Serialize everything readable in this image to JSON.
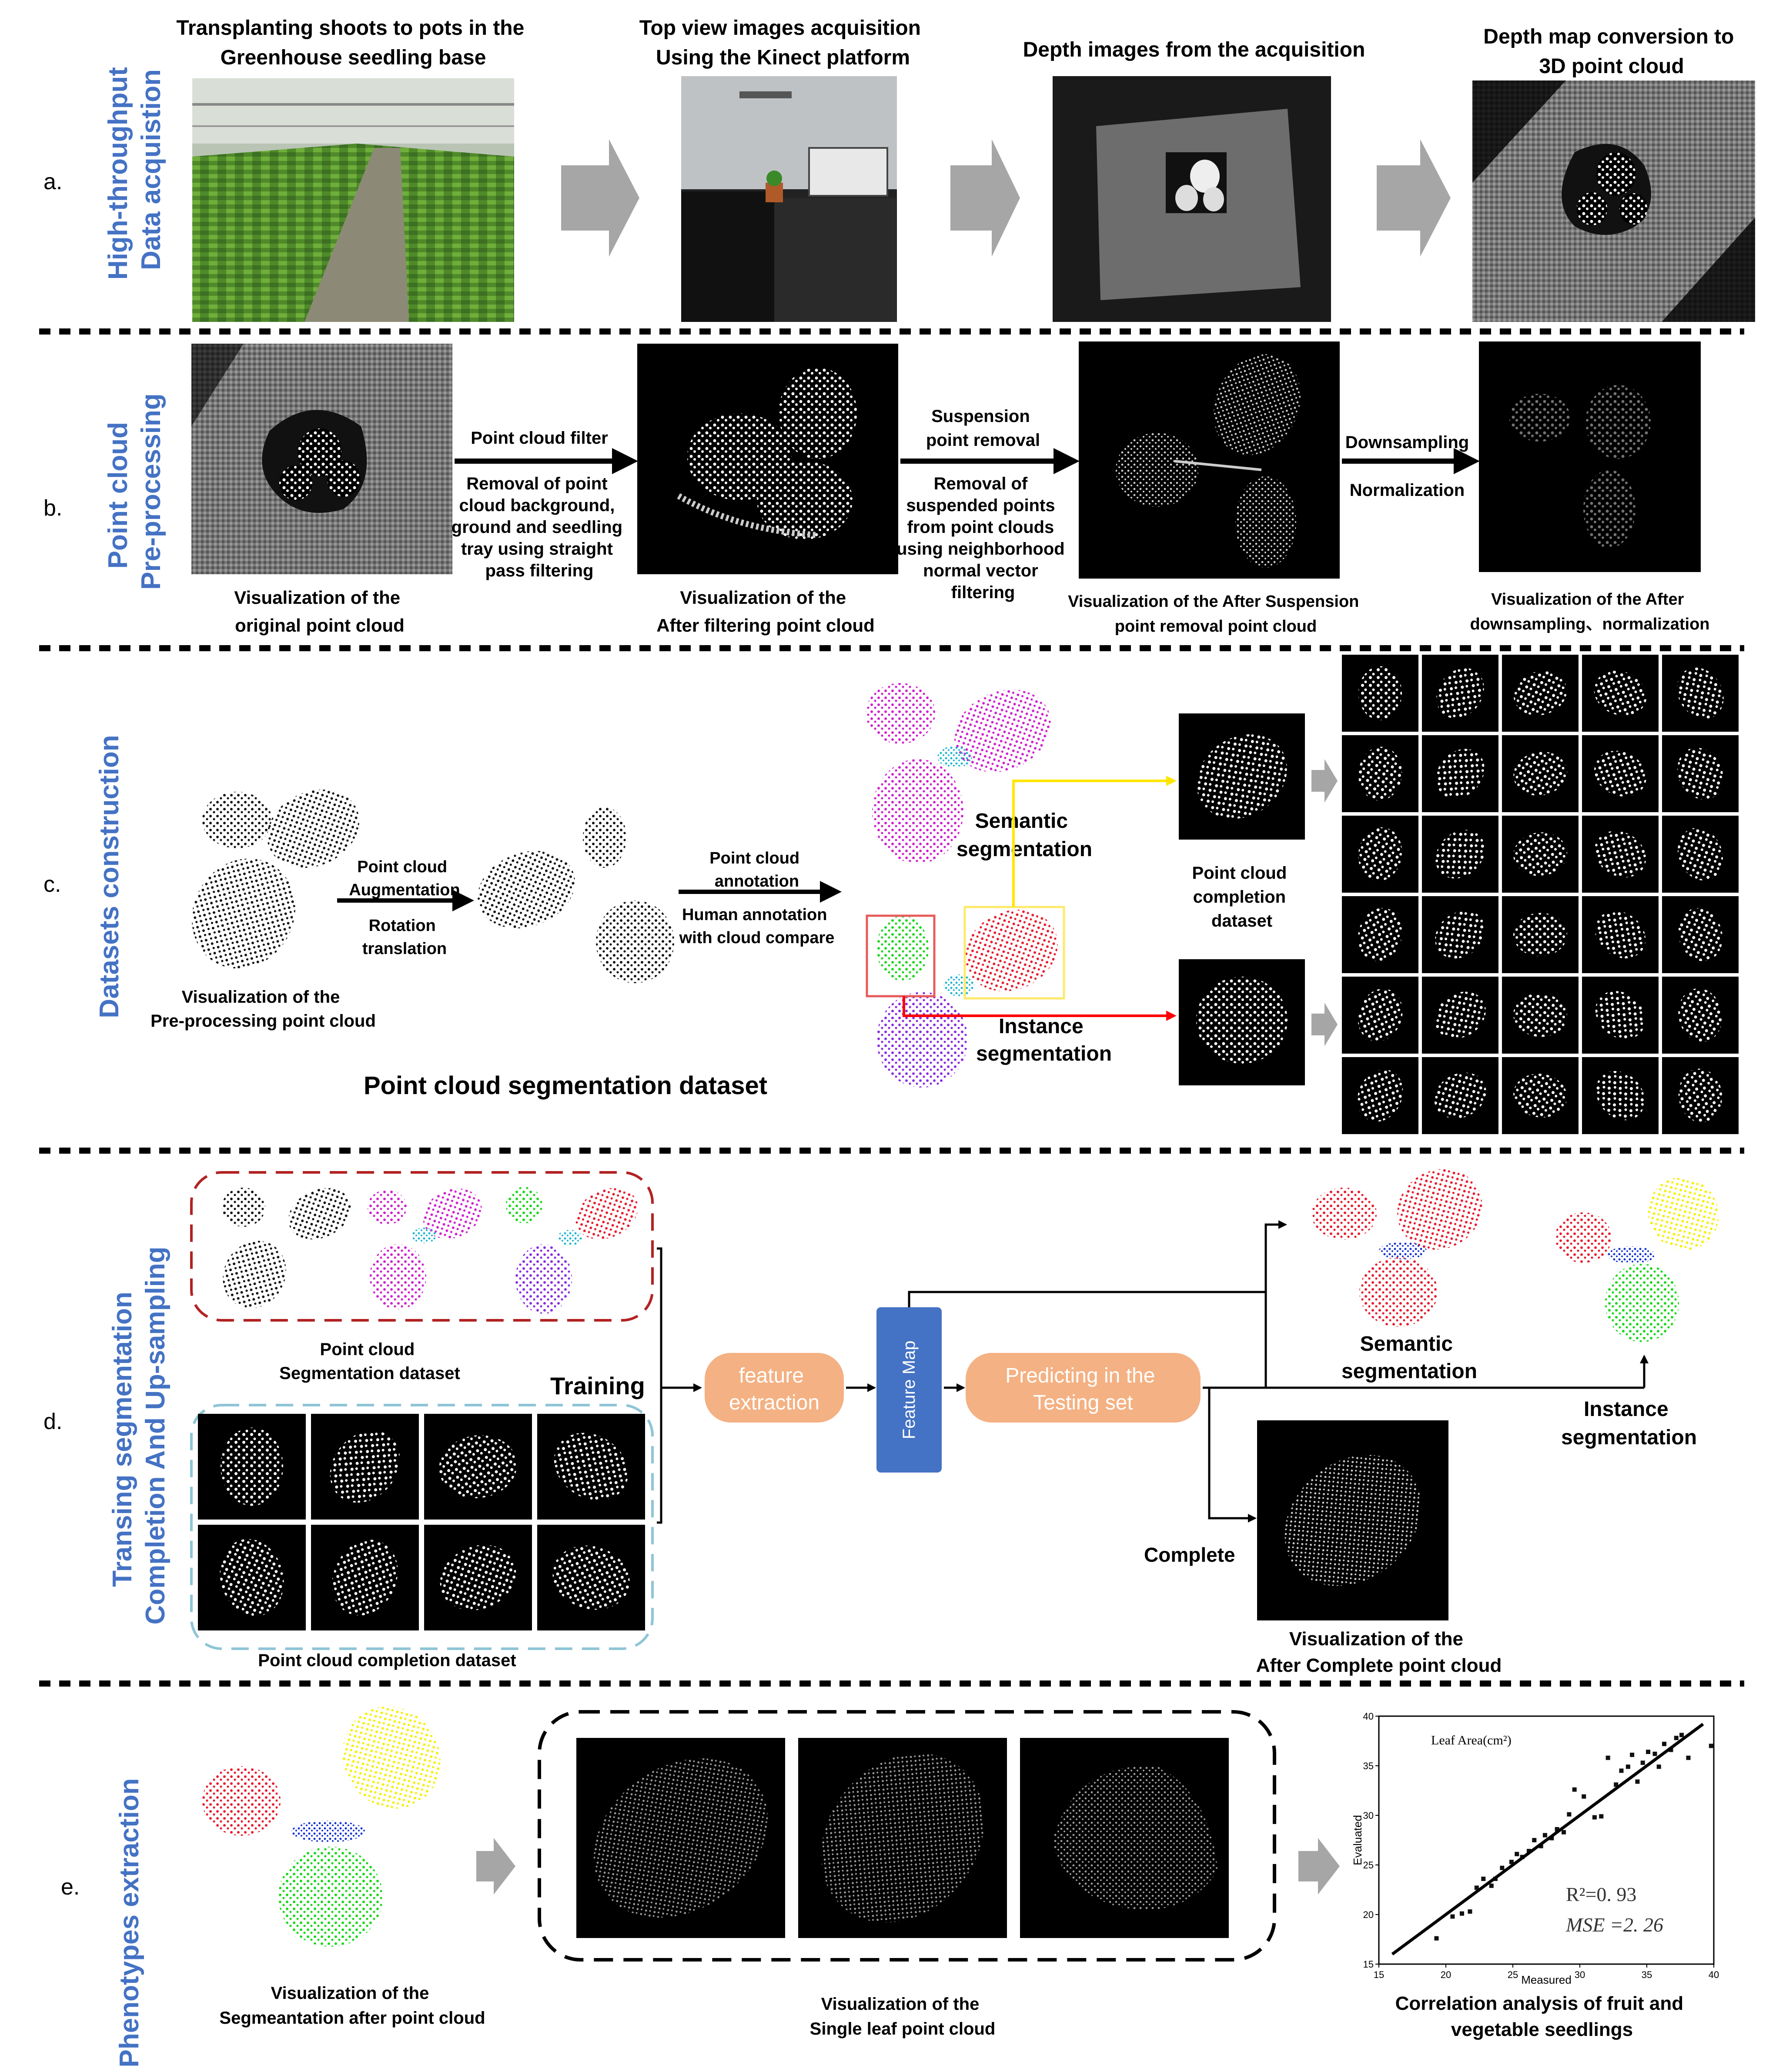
{
  "rows": [
    {
      "letter": "a.",
      "title_lines": [
        "High-throughput",
        "Data acquistion"
      ]
    },
    {
      "letter": "b.",
      "title_lines": [
        "Point cloud",
        "Pre-processing"
      ]
    },
    {
      "letter": "c.",
      "title_lines": [
        "Datasets  construction"
      ]
    },
    {
      "letter": "d.",
      "title_lines": [
        "Transing segmentation",
        "Completion And Up-sampling"
      ]
    },
    {
      "letter": "e.",
      "title_lines": [
        "Phenotypes extraction"
      ]
    }
  ],
  "a": {
    "cap1": [
      "Transplanting shoots to pots in the",
      "Greenhouse seedling base"
    ],
    "cap2": [
      "Top view images acquisition",
      "Using the Kinect platform"
    ],
    "cap3": [
      "Depth images from the acquisition"
    ],
    "cap4": [
      "Depth map conversion to",
      "3D point cloud"
    ]
  },
  "b": {
    "cap1": [
      "Visualization of the",
      "original point cloud"
    ],
    "cap2": [
      "Visualization of the",
      "After filtering point cloud"
    ],
    "cap3": [
      "Visualization of the After Suspension",
      "point removal point cloud"
    ],
    "cap4": [
      "Visualization of the After",
      "downsampling、normalization"
    ],
    "step1_top": [
      "Point cloud filter"
    ],
    "step1_bottom": [
      "Removal of point",
      "cloud background,",
      "ground and seedling",
      "tray using straight",
      "pass filtering"
    ],
    "step2_top": [
      "Suspension",
      "point removal"
    ],
    "step2_bottom": [
      "Removal of",
      "suspended points",
      "from point clouds",
      "using neighborhood",
      "normal vector",
      "filtering"
    ],
    "step3_top": [
      "Downsampling"
    ],
    "step3_bottom": [
      "Normalization"
    ]
  },
  "c": {
    "pre_caption": [
      "Visualization of the",
      "Pre-processing point cloud"
    ],
    "aug_top": [
      "Point cloud",
      "Augmentation"
    ],
    "aug_bottom": [
      "Rotation",
      "translation"
    ],
    "annot_top": [
      "Point cloud",
      "annotation"
    ],
    "annot_bottom": [
      "Human annotation",
      "with cloud compare"
    ],
    "semantic": [
      "Semantic",
      "segmentation"
    ],
    "instance": [
      "Instance",
      "segmentation"
    ],
    "completion": [
      "Point cloud",
      "completion",
      "dataset"
    ],
    "dataset_title": "Point cloud segmentation dataset"
  },
  "d": {
    "seg_dataset": [
      "Point cloud",
      "Segmentation dataset"
    ],
    "training": "Training",
    "completion_dataset": "Point cloud completion dataset",
    "feature_extraction": [
      "feature",
      "extraction"
    ],
    "feature_map": "Feature Map",
    "predicting": [
      "Predicting in the",
      "Testing set"
    ],
    "semantic": [
      "Semantic",
      "segmentation"
    ],
    "instance": [
      "Instance",
      "segmentation"
    ],
    "complete": "Complete",
    "after_complete": [
      "Visualization of the",
      "After Complete point cloud"
    ]
  },
  "e": {
    "seg_caption": [
      "Visualization of the",
      "Segmeantation after point cloud"
    ],
    "single_caption": [
      "Visualization of the",
      "Single leaf  point cloud"
    ],
    "corr_caption": [
      "Correlation analysis of fruit and",
      "vegetable seedlings"
    ]
  },
  "chart_data": {
    "type": "scatter",
    "title": "Leaf Area(cm²)",
    "xlabel": "Measured",
    "ylabel": "Evaluated",
    "xlim": [
      15,
      40
    ],
    "ylim": [
      15,
      40
    ],
    "xticks": [
      "15",
      "20",
      "25",
      "30",
      "35",
      "40"
    ],
    "yticks": [
      "15",
      "20",
      "25",
      "30",
      "35",
      "40"
    ],
    "r2_text": "R²=0. 93",
    "mse_text": "MSE =2. 26",
    "points": [
      [
        19.3,
        17.6
      ],
      [
        20.5,
        19.8
      ],
      [
        21.2,
        20.1
      ],
      [
        21.8,
        20.3
      ],
      [
        22.3,
        22.7
      ],
      [
        22.8,
        23.6
      ],
      [
        23.4,
        22.9
      ],
      [
        23.7,
        23.6
      ],
      [
        24.2,
        24.7
      ],
      [
        24.9,
        25.3
      ],
      [
        25.3,
        26.1
      ],
      [
        25.7,
        25.8
      ],
      [
        26.2,
        26.4
      ],
      [
        26.6,
        27.5
      ],
      [
        27.1,
        26.9
      ],
      [
        27.4,
        28.0
      ],
      [
        27.9,
        27.7
      ],
      [
        28.3,
        28.6
      ],
      [
        28.8,
        28.3
      ],
      [
        29.2,
        30.1
      ],
      [
        29.6,
        32.6
      ],
      [
        30.3,
        31.9
      ],
      [
        31.1,
        29.8
      ],
      [
        31.6,
        29.9
      ],
      [
        32.1,
        35.8
      ],
      [
        32.7,
        33.1
      ],
      [
        33.1,
        34.5
      ],
      [
        33.6,
        34.9
      ],
      [
        33.9,
        36.1
      ],
      [
        34.3,
        33.4
      ],
      [
        34.7,
        35.3
      ],
      [
        35.1,
        36.4
      ],
      [
        35.6,
        36.2
      ],
      [
        35.9,
        34.9
      ],
      [
        36.3,
        37.2
      ],
      [
        36.8,
        36.6
      ],
      [
        37.2,
        37.8
      ],
      [
        37.6,
        38.1
      ],
      [
        38.1,
        35.8
      ],
      [
        39.8,
        37.0
      ]
    ],
    "fit_line": [
      [
        16,
        16
      ],
      [
        39.2,
        39.2
      ]
    ]
  }
}
